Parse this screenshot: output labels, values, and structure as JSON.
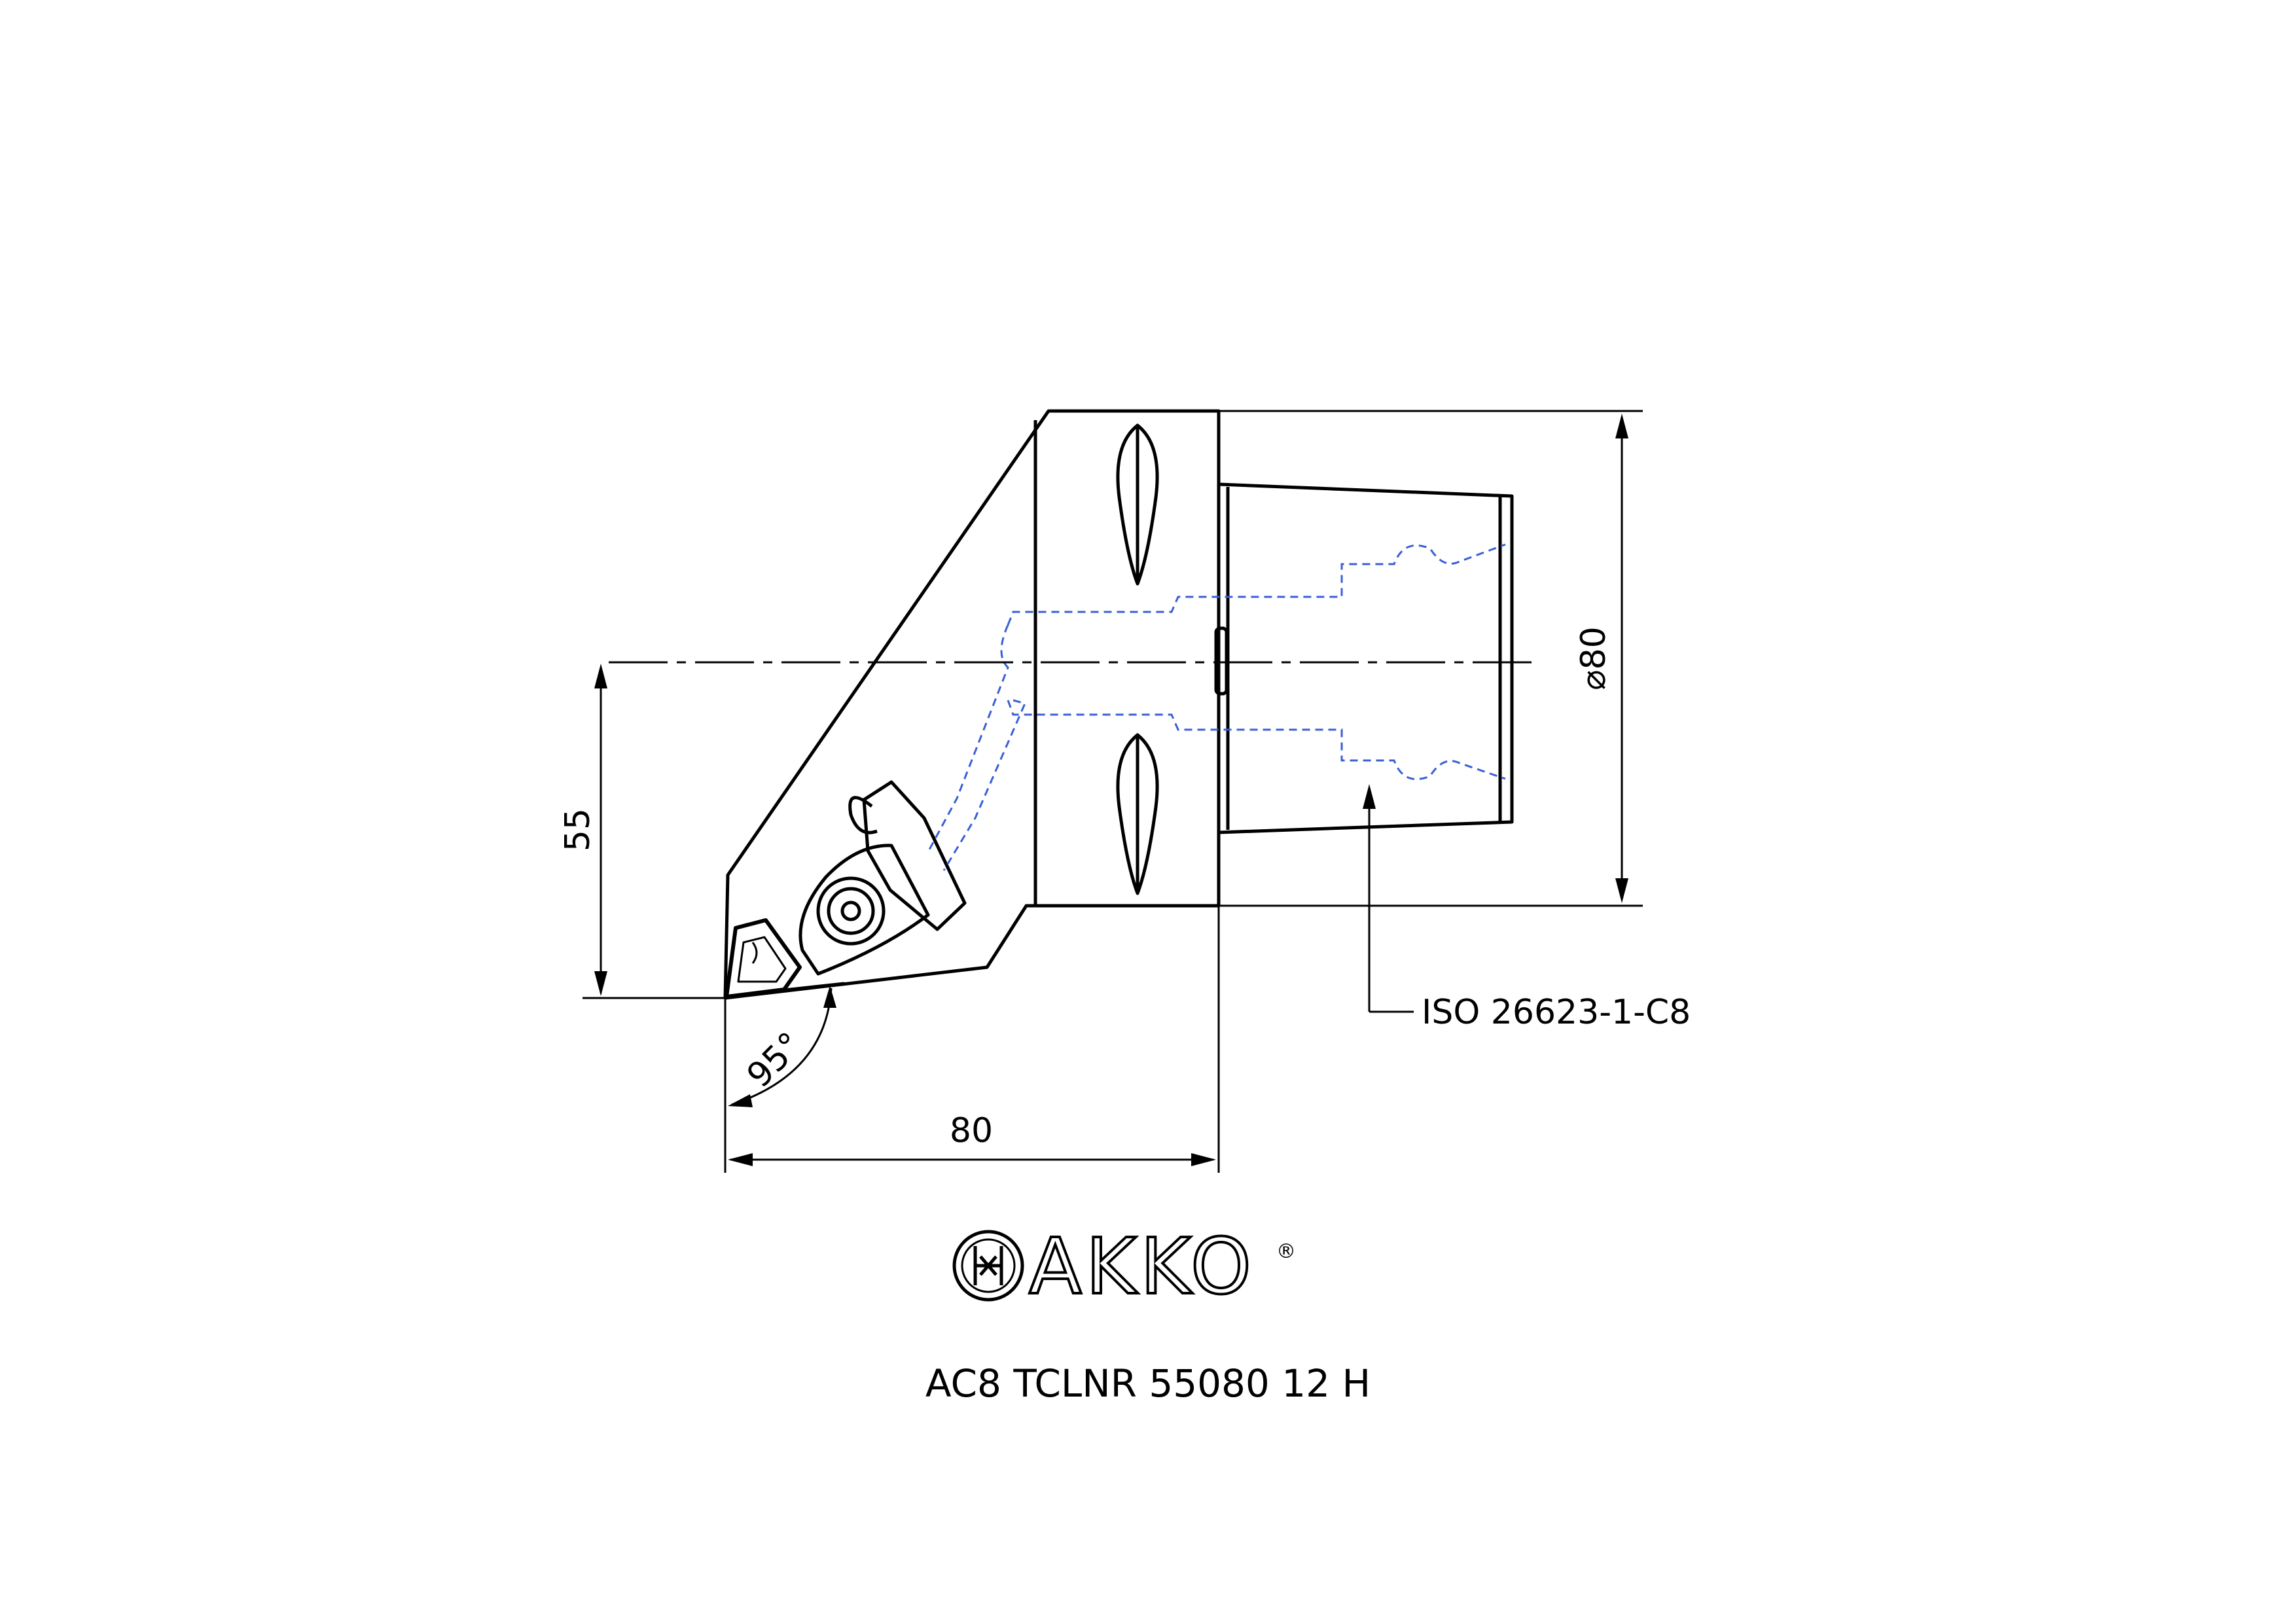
{
  "dimensions": {
    "diameter": "⌀80",
    "height": "55",
    "length": "80",
    "angle": "95°"
  },
  "callout": {
    "interface": "ISO 26623-1-C8"
  },
  "brand": {
    "name": "AKKO",
    "registered_mark": "®"
  },
  "part_number": "AC8 TCLNR 55080 12 H",
  "colors": {
    "outline": "#000000",
    "hidden_lines": "#3a5fd6"
  }
}
